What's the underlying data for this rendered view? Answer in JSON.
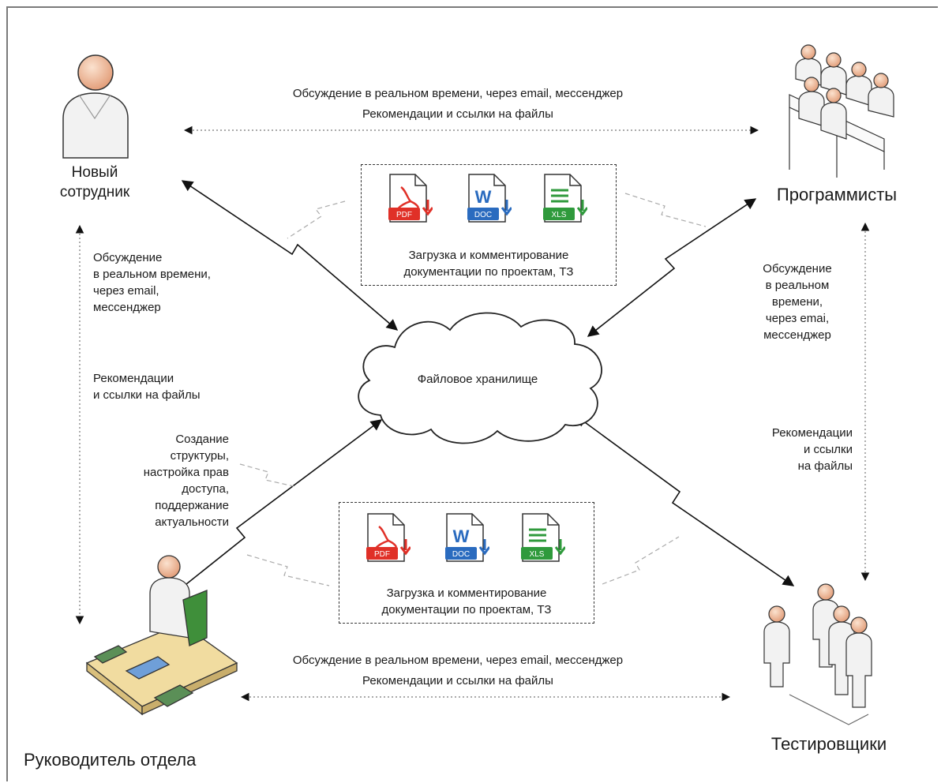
{
  "actors": {
    "new_employee": "Новый\nсотрудник",
    "programmers": "Программисты",
    "department_head": "Руководитель  отдела",
    "testers": "Тестировщики"
  },
  "cloud": {
    "label": "Файловое хранилище"
  },
  "top_link": {
    "line1": "Обсуждение  в реальном времени, через email, мессенджер",
    "line2": "Рекомендации и ссылки на файлы"
  },
  "bottom_link": {
    "line1": "Обсуждение  в реальном времени, через email, мессенджер",
    "line2": "Рекомендации и ссылки на файлы"
  },
  "left_link": {
    "discussion": "Обсуждение\nв реальном времени,\nчерез email,\nмессенджер",
    "recommend": "Рекомендации\nи ссылки на файлы"
  },
  "right_link": {
    "discussion": "Обсуждение\nв реальном\nвремени,\nчерез emai,\nмессенджер",
    "recommend": "Рекомендации\nи ссылки\nна файлы"
  },
  "admin_note": "Создание\nструктуры,\nнастройка прав\nдоступа,\nподдержание\nактуальности",
  "doc_box_top": {
    "caption": "Загрузка и комментирование\nдокументации по проектам, ТЗ",
    "files": [
      {
        "type": "PDF",
        "color": "#e03027",
        "icon": "pdf-file-icon"
      },
      {
        "type": "DOC",
        "color": "#2a6bbf",
        "icon": "doc-file-icon"
      },
      {
        "type": "XLS",
        "color": "#2f9a3c",
        "icon": "xls-file-icon"
      }
    ]
  },
  "doc_box_bottom": {
    "caption": "Загрузка и комментирование\nдокументации по проектам, ТЗ",
    "files": [
      {
        "type": "PDF",
        "color": "#e03027",
        "icon": "pdf-file-icon"
      },
      {
        "type": "DOC",
        "color": "#2a6bbf",
        "icon": "doc-file-icon"
      },
      {
        "type": "XLS",
        "color": "#2f9a3c",
        "icon": "xls-file-icon"
      }
    ]
  }
}
